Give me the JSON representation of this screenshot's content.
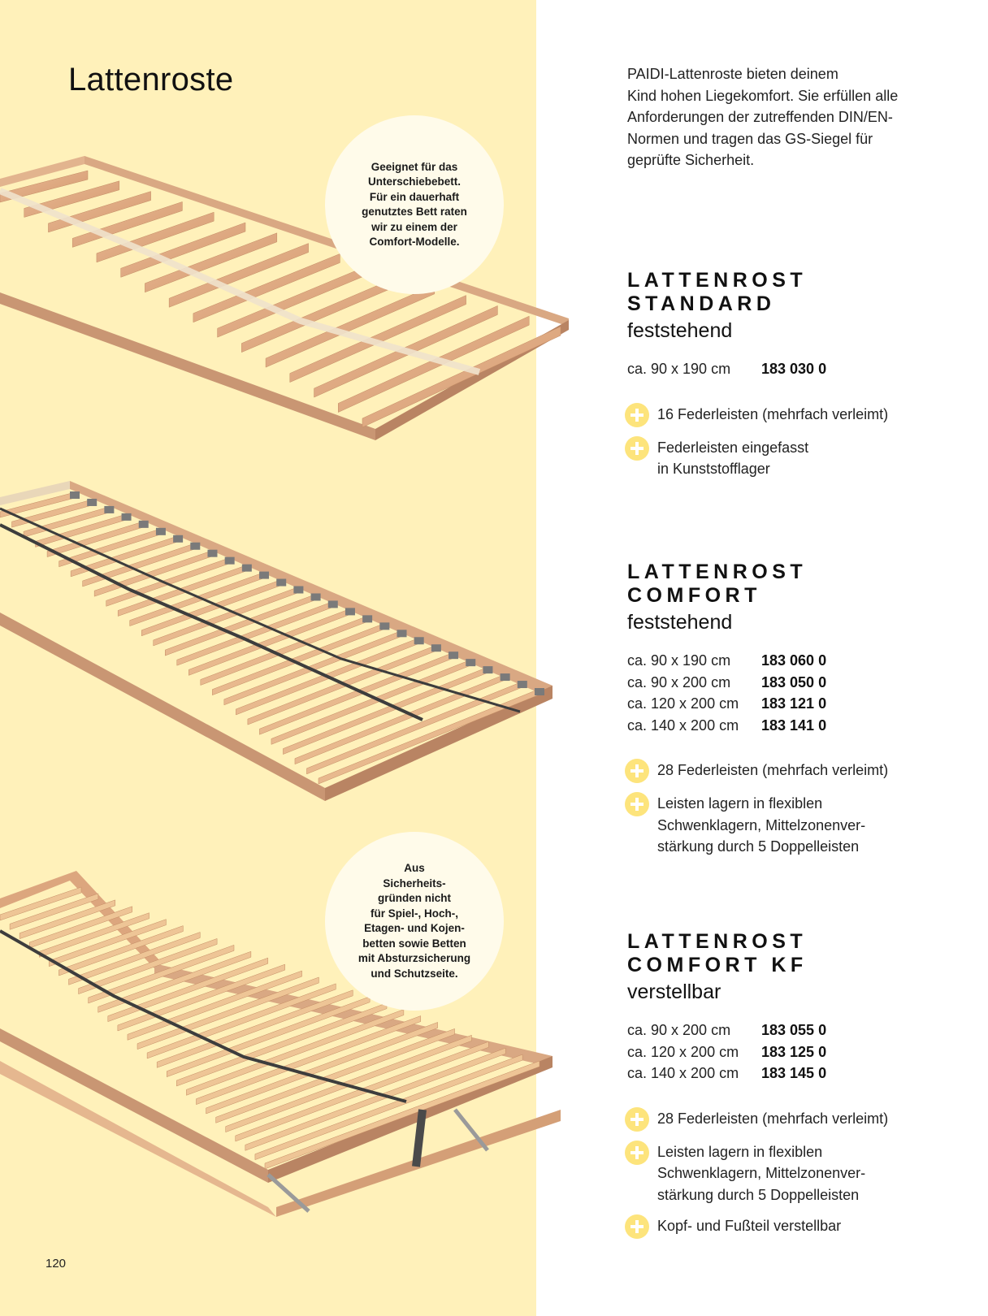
{
  "page": {
    "title": "Lattenroste",
    "page_number": "120",
    "intro": "PAIDI-Lattenroste bieten deinem\nKind hohen Liegekomfort. Sie erfüllen alle\nAnforderungen der zutreffenden DIN/EN-\nNormen und tragen das GS-Siegel für\ngeprüfte Sicherheit."
  },
  "notes": {
    "bubble_1": "Geeignet für das\nUnterschiebebett.\nFür ein dauerhaft\ngenutztes Bett raten\nwir zu einem der\nComfort-Modelle.",
    "bubble_2": "Aus\nSicherheits-\ngründen nicht\nfür Spiel-, Hoch-,\nEtagen- und Kojen-\nbetten sowie Betten\nmit Absturzsicherung\nund Schutzseite."
  },
  "colors": {
    "panel": "#fff1ba",
    "bubble": "#fffbea",
    "accent": "#fde47c"
  },
  "icons": {
    "feature_bullet": "plus-circle-icon"
  },
  "products": [
    {
      "name": "LATTENROST\nSTANDARD",
      "type": "feststehend",
      "sizes": [
        {
          "label": "ca. 90 x 190 cm",
          "code": "183 030 0"
        }
      ],
      "features": [
        "16 Federleisten (mehrfach verleimt)",
        "Federleisten eingefasst\nin Kunststofflager"
      ]
    },
    {
      "name": "LATTENROST\nCOMFORT",
      "type": "feststehend",
      "sizes": [
        {
          "label": "ca. 90 x 190 cm",
          "code": "183 060 0"
        },
        {
          "label": "ca. 90 x 200 cm",
          "code": "183 050 0"
        },
        {
          "label": "ca. 120 x 200 cm",
          "code": "183 121 0"
        },
        {
          "label": "ca. 140 x 200 cm",
          "code": "183 141 0"
        }
      ],
      "features": [
        "28 Federleisten (mehrfach verleimt)",
        "Leisten lagern in flexiblen\nSchwenklagern, Mittelzonenver-\nstärkung durch 5 Doppelleisten"
      ]
    },
    {
      "name": "LATTENROST\nCOMFORT KF",
      "type": "verstellbar",
      "sizes": [
        {
          "label": "ca. 90 x 200 cm",
          "code": "183 055 0"
        },
        {
          "label": "ca. 120 x 200 cm",
          "code": "183 125 0"
        },
        {
          "label": "ca. 140 x 200 cm",
          "code": "183 145 0"
        }
      ],
      "features": [
        "28 Federleisten (mehrfach verleimt)",
        "Leisten lagern in flexiblen\nSchwenklagern, Mittelzonenver-\nstärkung durch 5 Doppelleisten",
        "Kopf- und Fußteil verstellbar"
      ]
    }
  ]
}
